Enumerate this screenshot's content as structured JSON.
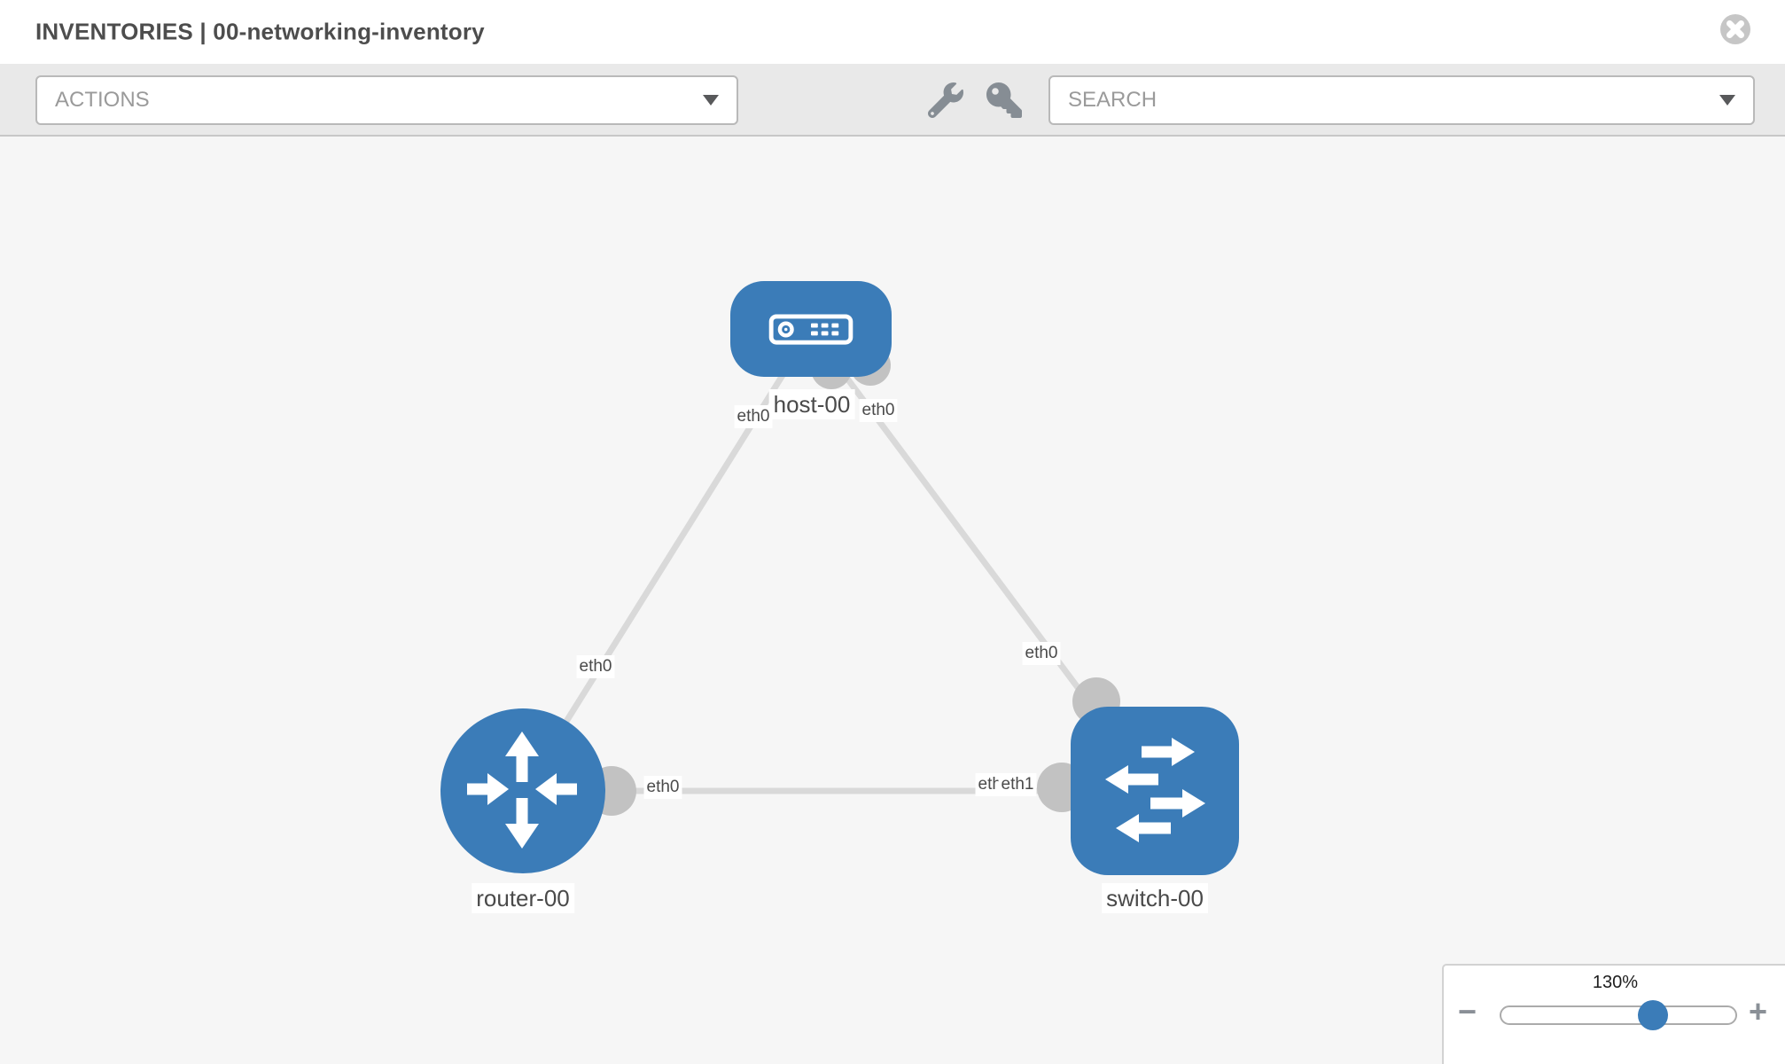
{
  "window": {
    "title": "INVENTORIES | 00-networking-inventory"
  },
  "toolbar": {
    "actions_label": "ACTIONS",
    "search_placeholder": "SEARCH"
  },
  "topology": {
    "nodes": [
      {
        "label": "host-00",
        "type": "host"
      },
      {
        "label": "router-00",
        "type": "router"
      },
      {
        "label": "switch-00",
        "type": "switch"
      }
    ],
    "links": [
      {
        "source": "host-00",
        "source_interface": "eth0",
        "target": "router-00",
        "target_interface": "eth0"
      },
      {
        "source": "host-00",
        "source_interface": "eth0",
        "target": "switch-00",
        "target_interface": "eth0"
      },
      {
        "source": "router-00",
        "source_interface": "eth0",
        "target": "switch-00",
        "target_interface": "eth1"
      }
    ],
    "interface_labels": [
      {
        "text": "eth0",
        "at": "host-00 end of link to router-00"
      },
      {
        "text": "eth0",
        "at": "host-00 end of link to switch-00"
      },
      {
        "text": "eth0",
        "at": "router-00 end of link to host-00"
      },
      {
        "text": "eth0",
        "at": "switch-00 end of link to host-00"
      },
      {
        "text": "eth0",
        "at": "router-00 end of link to switch-00"
      },
      {
        "text": "eth0",
        "at": "switch-00 end of link to router-00, behind eth1"
      },
      {
        "text": "eth1",
        "at": "switch-00 end of link to router-00"
      }
    ]
  },
  "zoom_control": {
    "level": "130%",
    "minus_label": "−",
    "plus_label": "+"
  },
  "colors": {
    "node-blue": "#3b7cb8",
    "link-gray": "#d9d9d9",
    "dot-gray": "#c2c2c2",
    "canvas-bg": "#f6f6f6",
    "toolbar-bg": "#e9e9e9"
  }
}
